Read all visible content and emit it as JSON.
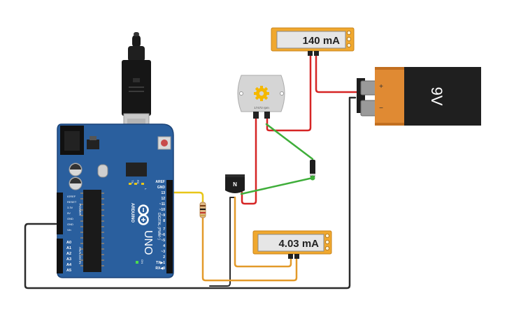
{
  "ammeter_top": {
    "reading": "140 mA"
  },
  "ammeter_bottom": {
    "reading": "4.03 mA"
  },
  "battery": {
    "label": "9V",
    "plus": "+",
    "minus": "−"
  },
  "motor": {
    "label": "17472 rpm"
  },
  "transistor": {
    "label": "N"
  },
  "arduino": {
    "brand": "ARDUINO",
    "model": "UNO",
    "tx": "TX",
    "rx": "RX",
    "on": "ON",
    "l": "L",
    "power_pins": [
      "IOREF",
      "RESET",
      "3.3V",
      "5V",
      "GND",
      "GND",
      "Vin"
    ],
    "power_title": "POWER",
    "analog_pins": [
      "A0",
      "A1",
      "A2",
      "A3",
      "A4",
      "A5"
    ],
    "analog_title": "ANALOG IN",
    "digital_pins": [
      "AREF",
      "GND",
      "13",
      "~11",
      "~10",
      "~9",
      "8",
      "7",
      "~6",
      "~5",
      "4",
      "~3",
      "2",
      "TX▶1",
      "RX◀0"
    ],
    "digital_title": "DIGITAL (PWM~)",
    "pin12": "12"
  },
  "colors": {
    "board": "#2a5f9e",
    "wire_yellow": "#e8c619",
    "wire_orange": "#e39a2a",
    "wire_red": "#d62525",
    "wire_green": "#3fae3a",
    "wire_black": "#2b2b2b",
    "meter": "#f0a82e"
  }
}
